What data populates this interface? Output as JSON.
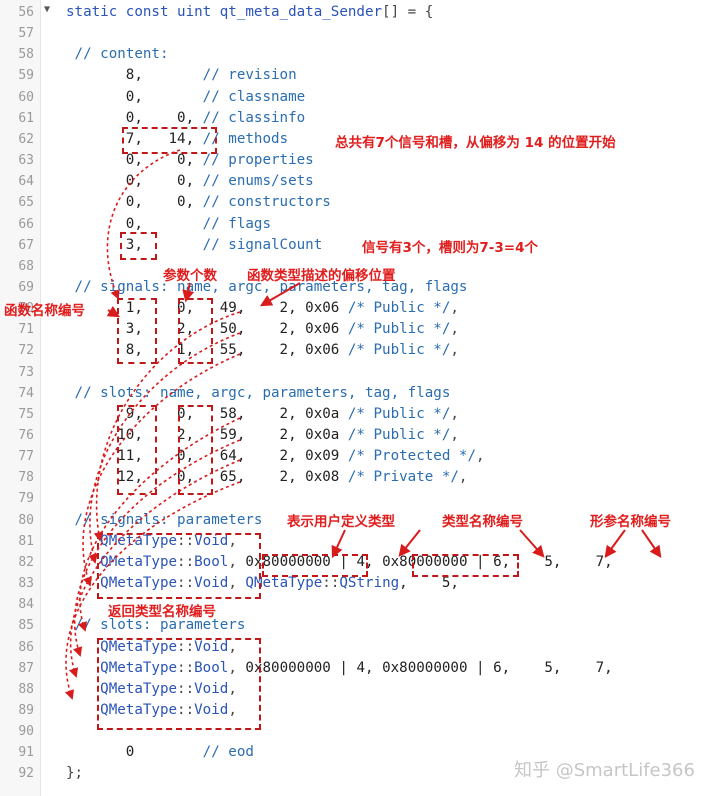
{
  "editor": {
    "lines": [
      {
        "n": "56",
        "c": [
          [
            "kw",
            "static const uint "
          ],
          [
            "kw",
            "qt_meta_data_Sender"
          ],
          [
            "pu",
            "[] = {"
          ]
        ]
      },
      {
        "n": "57",
        "c": []
      },
      {
        "n": "58",
        "c": [
          [
            "cm",
            " // content:"
          ]
        ]
      },
      {
        "n": "59",
        "c": [
          [
            "num",
            "       8,"
          ],
          [
            "cm",
            "       // revision"
          ]
        ]
      },
      {
        "n": "60",
        "c": [
          [
            "num",
            "       0,"
          ],
          [
            "cm",
            "       // classname"
          ]
        ]
      },
      {
        "n": "61",
        "c": [
          [
            "num",
            "       0,    0,"
          ],
          [
            "cm",
            " // classinfo"
          ]
        ]
      },
      {
        "n": "62",
        "c": [
          [
            "num",
            "       7,   14,"
          ],
          [
            "cm",
            " // methods"
          ]
        ]
      },
      {
        "n": "63",
        "c": [
          [
            "num",
            "       0,    0,"
          ],
          [
            "cm",
            " // properties"
          ]
        ]
      },
      {
        "n": "64",
        "c": [
          [
            "num",
            "       0,    0,"
          ],
          [
            "cm",
            " // enums/sets"
          ]
        ]
      },
      {
        "n": "65",
        "c": [
          [
            "num",
            "       0,    0,"
          ],
          [
            "cm",
            " // constructors"
          ]
        ]
      },
      {
        "n": "66",
        "c": [
          [
            "num",
            "       0,"
          ],
          [
            "cm",
            "       // flags"
          ]
        ]
      },
      {
        "n": "67",
        "c": [
          [
            "num",
            "       3,"
          ],
          [
            "cm",
            "       // signalCount"
          ]
        ]
      },
      {
        "n": "68",
        "c": []
      },
      {
        "n": "69",
        "c": [
          [
            "cm",
            " // signals: name, argc, parameters, tag, flags"
          ]
        ]
      },
      {
        "n": "70",
        "c": [
          [
            "num",
            "       1,    0,   49,    2, 0x06 "
          ],
          [
            "cm",
            "/* Public */"
          ],
          [
            "pu",
            ","
          ]
        ]
      },
      {
        "n": "71",
        "c": [
          [
            "num",
            "       3,    2,   50,    2, 0x06 "
          ],
          [
            "cm",
            "/* Public */"
          ],
          [
            "pu",
            ","
          ]
        ]
      },
      {
        "n": "72",
        "c": [
          [
            "num",
            "       8,    1,   55,    2, 0x06 "
          ],
          [
            "cm",
            "/* Public */"
          ],
          [
            "pu",
            ","
          ]
        ]
      },
      {
        "n": "73",
        "c": []
      },
      {
        "n": "74",
        "c": [
          [
            "cm",
            " // slots: name, argc, parameters, tag, flags"
          ]
        ]
      },
      {
        "n": "75",
        "c": [
          [
            "num",
            "       9,    0,   58,    2, 0x0a "
          ],
          [
            "cm",
            "/* Public */"
          ],
          [
            "pu",
            ","
          ]
        ]
      },
      {
        "n": "76",
        "c": [
          [
            "num",
            "      10,    2,   59,    2, 0x0a "
          ],
          [
            "cm",
            "/* Public */"
          ],
          [
            "pu",
            ","
          ]
        ]
      },
      {
        "n": "77",
        "c": [
          [
            "num",
            "      11,    0,   64,    2, 0x09 "
          ],
          [
            "cm",
            "/* Protected */"
          ],
          [
            "pu",
            ","
          ]
        ]
      },
      {
        "n": "78",
        "c": [
          [
            "num",
            "      12,    0,   65,    2, 0x08 "
          ],
          [
            "cm",
            "/* Private */"
          ],
          [
            "pu",
            ","
          ]
        ]
      },
      {
        "n": "79",
        "c": []
      },
      {
        "n": "80",
        "c": [
          [
            "cm",
            " // signals: parameters"
          ]
        ]
      },
      {
        "n": "81",
        "c": [
          [
            "kw",
            "    QMetaType"
          ],
          [
            "pu",
            "::"
          ],
          [
            "kw",
            "Void"
          ],
          [
            "pu",
            ","
          ]
        ]
      },
      {
        "n": "82",
        "c": [
          [
            "kw",
            "    QMetaType"
          ],
          [
            "pu",
            "::"
          ],
          [
            "kw",
            "Bool"
          ],
          [
            "pu",
            ", "
          ],
          [
            "num",
            "0x80000000 | 4, 0x80000000 | 6,    5,    7,"
          ]
        ]
      },
      {
        "n": "83",
        "c": [
          [
            "kw",
            "    QMetaType"
          ],
          [
            "pu",
            "::"
          ],
          [
            "kw",
            "Void"
          ],
          [
            "pu",
            ", "
          ],
          [
            "kw",
            "QMetaType"
          ],
          [
            "pu",
            "::"
          ],
          [
            "kw",
            "QString"
          ],
          [
            "num",
            ",    5,"
          ]
        ]
      },
      {
        "n": "84",
        "c": []
      },
      {
        "n": "85",
        "c": [
          [
            "cm",
            " // slots: parameters"
          ]
        ]
      },
      {
        "n": "86",
        "c": [
          [
            "kw",
            "    QMetaType"
          ],
          [
            "pu",
            "::"
          ],
          [
            "kw",
            "Void"
          ],
          [
            "pu",
            ","
          ]
        ]
      },
      {
        "n": "87",
        "c": [
          [
            "kw",
            "    QMetaType"
          ],
          [
            "pu",
            "::"
          ],
          [
            "kw",
            "Bool"
          ],
          [
            "pu",
            ", "
          ],
          [
            "num",
            "0x80000000 | 4, 0x80000000 | 6,    5,    7,"
          ]
        ]
      },
      {
        "n": "88",
        "c": [
          [
            "kw",
            "    QMetaType"
          ],
          [
            "pu",
            "::"
          ],
          [
            "kw",
            "Void"
          ],
          [
            "pu",
            ","
          ]
        ]
      },
      {
        "n": "89",
        "c": [
          [
            "kw",
            "    QMetaType"
          ],
          [
            "pu",
            "::"
          ],
          [
            "kw",
            "Void"
          ],
          [
            "pu",
            ","
          ]
        ]
      },
      {
        "n": "90",
        "c": []
      },
      {
        "n": "91",
        "c": [
          [
            "num",
            "       0"
          ],
          [
            "cm",
            "        // eod"
          ]
        ]
      },
      {
        "n": "92",
        "c": [
          [
            "pu",
            "};"
          ]
        ]
      }
    ]
  },
  "annotations": {
    "methods_note": "总共有7个信号和槽，从偏移为 14 的位置开始",
    "signalcount_note": "信号有3个，槽则为7-3=4个",
    "argc_label": "参数个数",
    "param_offset_label": "函数类型描述的偏移位置",
    "name_index_label": "函数名称编号",
    "user_type_label": "表示用户定义类型",
    "type_name_label": "类型名称编号",
    "param_name_label": "形参名称编号",
    "return_type_label": "返回类型名称编号"
  },
  "watermark": "知乎 @SmartLife366",
  "colors": {
    "accent": "#e01e1e",
    "keyword": "#2b54b8",
    "comment": "#2a6db0"
  }
}
